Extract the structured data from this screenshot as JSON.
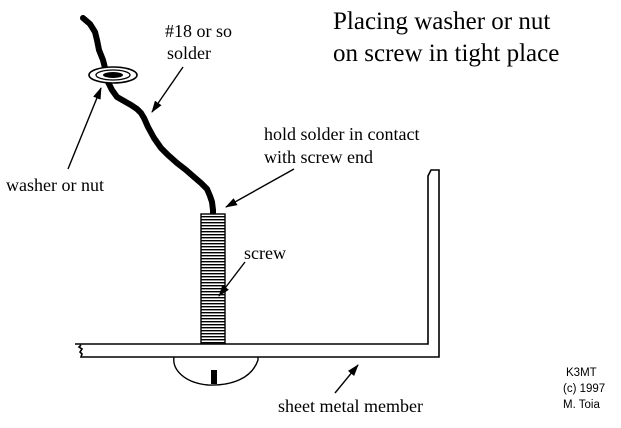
{
  "title": {
    "line1": "Placing washer or nut",
    "line2": "on screw in tight place"
  },
  "labels": {
    "solder_line1": "#18 or so",
    "solder_line2": "solder",
    "washer": "washer or nut",
    "hold_line1": "hold solder in contact",
    "hold_line2": "with screw end",
    "screw": "screw",
    "sheet_metal": "sheet metal member"
  },
  "credit": {
    "line1": "K3MT",
    "line2": "(c) 1997",
    "line3": "M. Toia"
  }
}
